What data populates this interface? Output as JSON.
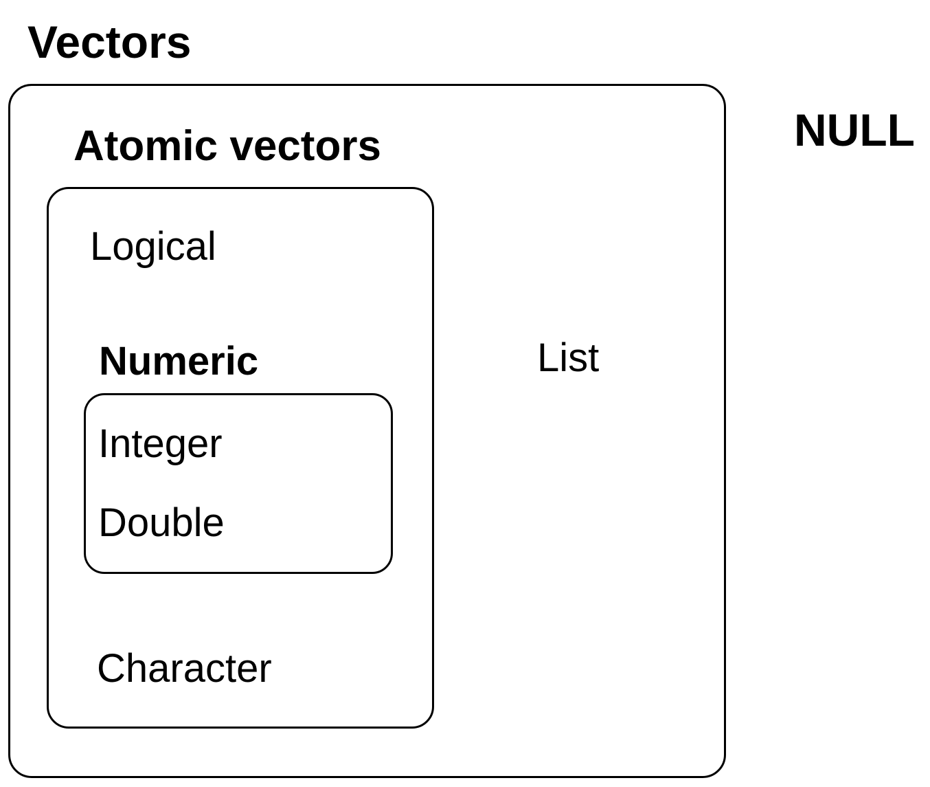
{
  "title": "Vectors",
  "outside": {
    "null_label": "NULL"
  },
  "vectors_box": {
    "list_label": "List",
    "atomic": {
      "label": "Atomic vectors",
      "logical": "Logical",
      "numeric_label": "Numeric",
      "numeric_box": {
        "integer": "Integer",
        "double": "Double"
      },
      "character": "Character"
    }
  },
  "colors": {
    "stroke": "#000000",
    "background": "#ffffff",
    "text": "#000000"
  }
}
